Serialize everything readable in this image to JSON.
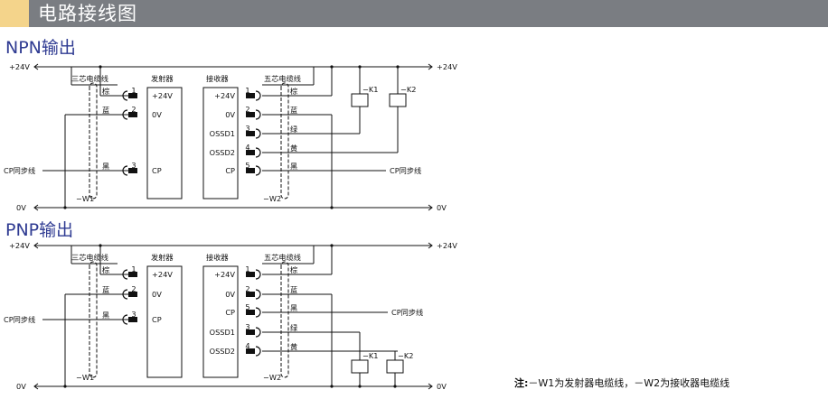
{
  "header": {
    "title": "电路接线图"
  },
  "npn": {
    "title": "NPN输出",
    "plus24_left": "+24V",
    "plus24_right": "+24V",
    "zero_left": "0V",
    "zero_right": "0V",
    "cable3": "三芯电缆线",
    "emitter": "发射器",
    "receiver": "接收器",
    "cable5": "五芯电缆线",
    "sync_left": "CP同步线",
    "sync_right": "CP同步线",
    "w1": "−W1",
    "w2": "−W2",
    "k1": "−K1",
    "k2": "−K2",
    "em_pins": [
      "+24V",
      "0V",
      "CP"
    ],
    "rx_pins": [
      "+24V",
      "0V",
      "OSSD1",
      "OSSD2",
      "CP"
    ],
    "em_nums": [
      "1",
      "2",
      "3"
    ],
    "rx_nums": [
      "1",
      "2",
      "3",
      "4",
      "5"
    ],
    "em_colors": [
      "棕",
      "蓝",
      "黑"
    ],
    "rx_colors": [
      "棕",
      "蓝",
      "绿",
      "黄",
      "黑"
    ]
  },
  "pnp": {
    "title": "PNP输出",
    "plus24_left": "+24V",
    "plus24_right": "+24V",
    "zero_left": "0V",
    "zero_right": "0V",
    "cable3": "三芯电缆线",
    "emitter": "发射器",
    "receiver": "接收器",
    "cable5": "五芯电缆线",
    "sync_left": "CP同步线",
    "sync_right": "CP同步线",
    "w1": "−W1",
    "w2": "−W2",
    "k1": "−K1",
    "k2": "−K2",
    "em_pins": [
      "+24V",
      "0V",
      "CP"
    ],
    "rx_pins": [
      "+24V",
      "0V",
      "CP",
      "OSSD1",
      "OSSD2"
    ],
    "em_nums": [
      "1",
      "2",
      "3"
    ],
    "rx_nums": [
      "1",
      "2",
      "5",
      "3",
      "4"
    ],
    "em_colors": [
      "棕",
      "蓝",
      "黑"
    ],
    "rx_colors": [
      "棕",
      "蓝",
      "黑",
      "绿",
      "黄"
    ]
  },
  "note": {
    "label": "注:",
    "text": "－W1为发射器电缆线，－W2为接收器电缆线"
  }
}
